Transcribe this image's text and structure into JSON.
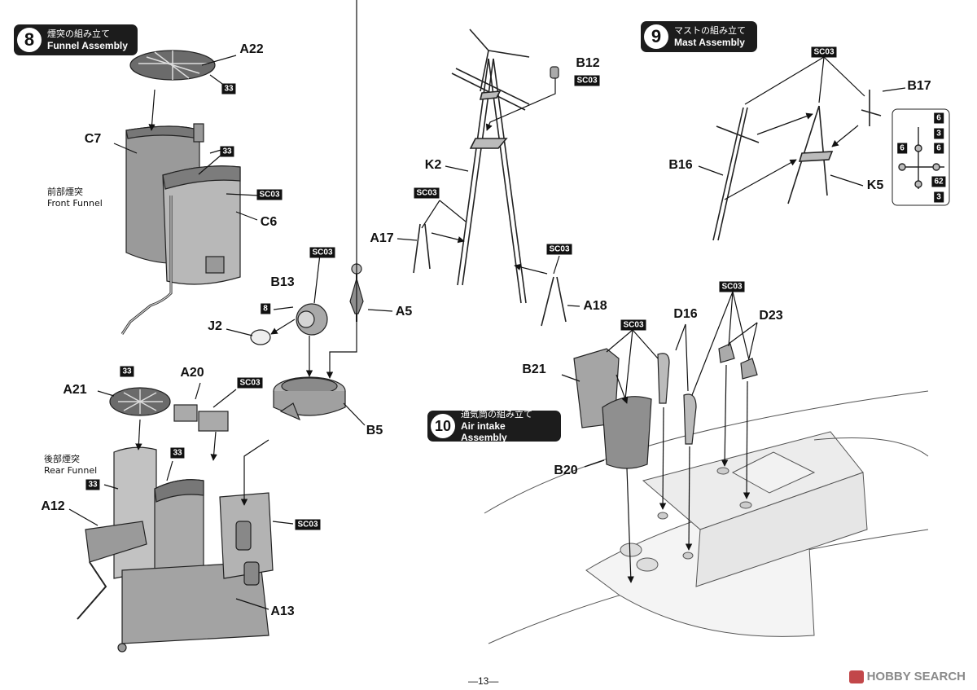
{
  "steps": [
    {
      "num": "8",
      "jp": "煙突の組み立て",
      "en": "Funnel Assembly"
    },
    {
      "num": "9",
      "jp": "マストの組み立て",
      "en": "Mast Assembly"
    },
    {
      "num": "10",
      "jp": "通気筒の組み立て",
      "en": "Air intake Assembly"
    }
  ],
  "parts": {
    "A22": "A22",
    "C7": "C7",
    "C6": "C6",
    "B13": "B13",
    "J2": "J2",
    "A5": "A5",
    "B5": "B5",
    "A21": "A21",
    "A20": "A20",
    "A12": "A12",
    "A13": "A13",
    "K2": "K2",
    "A17": "A17",
    "A18": "A18",
    "B12": "B12",
    "B17": "B17",
    "B16": "B16",
    "K5": "K5",
    "B21": "B21",
    "B20": "B20",
    "D16": "D16",
    "D23": "D23"
  },
  "badges": {
    "n33": "33",
    "n8": "8",
    "n6": "6",
    "n3": "3",
    "n62": "62",
    "sc03": "SC03"
  },
  "notes": {
    "front_funnel_jp": "前部煙突",
    "front_funnel_en": "Front Funnel",
    "rear_funnel_jp": "後部煙突",
    "rear_funnel_en": "Rear Funnel"
  },
  "page_number": "—13—",
  "watermark": "HOBBY SEARCH"
}
